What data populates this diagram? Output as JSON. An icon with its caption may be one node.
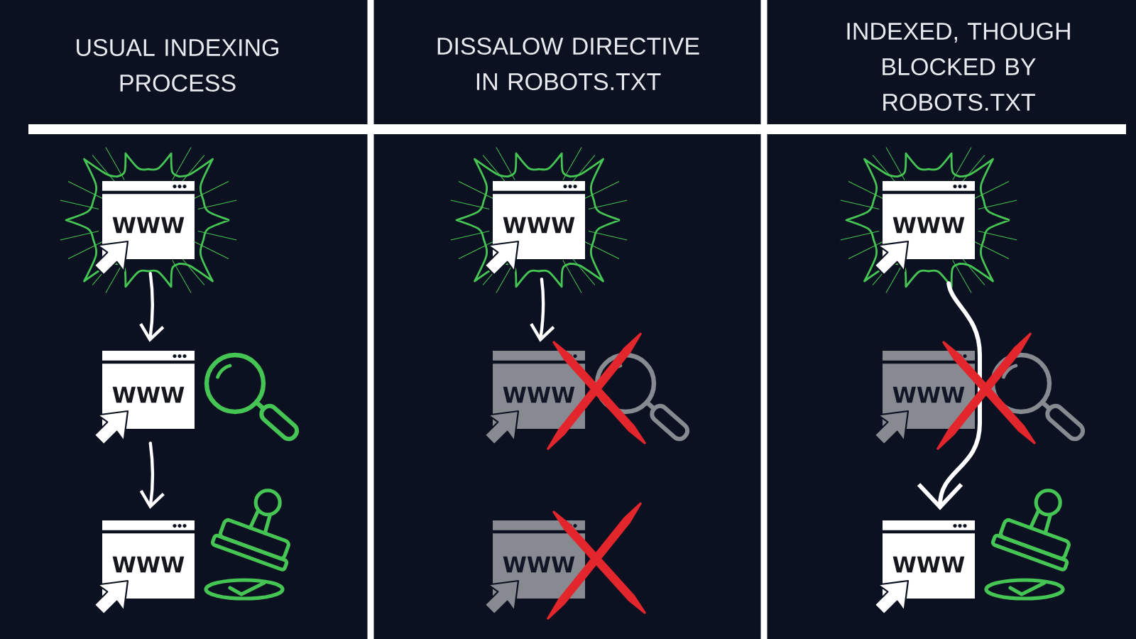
{
  "diagram": {
    "nodes": [
      {
        "text": [
          "WWW"
        ]
      },
      {
        "text": [
          "WWW"
        ]
      },
      {
        "text": [
          "WWW"
        ]
      },
      {
        "text": [
          "WWW"
        ]
      },
      {
        "text": [
          "WWW"
        ]
      },
      {
        "text": [
          "WWW"
        ]
      },
      {
        "text": [
          "WWW"
        ]
      },
      {
        "text": [
          "WWW"
        ]
      },
      {
        "text": [
          "WWW"
        ]
      }
    ],
    "edges": [
      {
        "from": 0,
        "to": 1,
        "arrow": "to"
      },
      {
        "from": 1,
        "to": 2,
        "arrow": "to"
      },
      {
        "from": 3,
        "to": 4,
        "arrow": "to"
      },
      {
        "from": 6,
        "to": 8,
        "arrow": "to"
      }
    ],
    "labels": [
      "USUAL INDEXING PROCESS",
      "DISSALOW DIRECTIVE IN ROBOTS.TXT",
      "INDEXED, THOUGH BLOCKED BY ROBOTS.TXT"
    ]
  }
}
